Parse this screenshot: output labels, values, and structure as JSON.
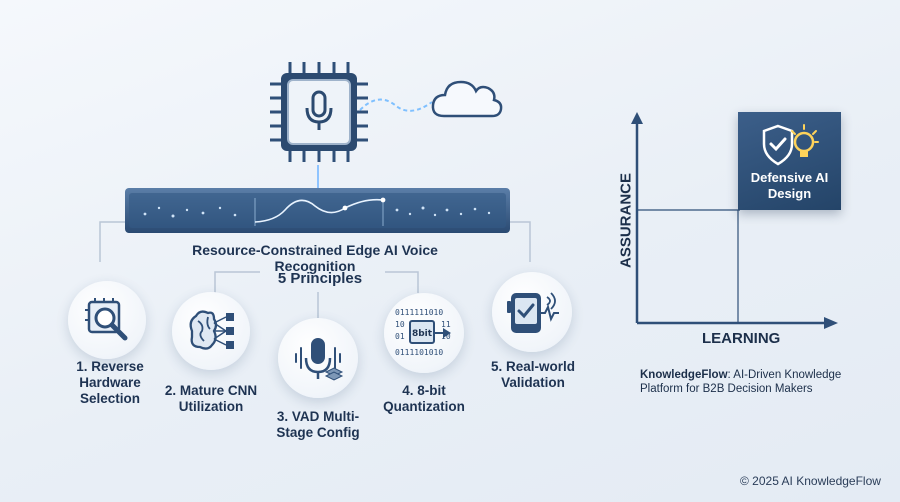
{
  "diagram": {
    "main_title": "Resource-Constrained Edge AI Voice Recognition",
    "subtitle": "5 Principles",
    "principles": [
      {
        "label": "1. Reverse\nHardware\nSelection",
        "icon": "magnifier-chip-icon"
      },
      {
        "label": "2. Mature CNN\nUtilization",
        "icon": "neural-network-icon"
      },
      {
        "label": "3. VAD Multi-\nStage Config",
        "icon": "microphone-waveform-icon"
      },
      {
        "label": "4. 8-bit\nQuantization",
        "icon": "binary-8bit-icon"
      },
      {
        "label": "5. Real-world\nValidation",
        "icon": "device-checkmark-icon"
      }
    ],
    "chip_icon": "microphone-chip-icon",
    "cloud_icon": "cloud-icon",
    "quant_text": {
      "chip": "8bit",
      "lines": [
        "0111111010",
        "10",
        "11",
        "01",
        "10",
        "0111101010"
      ]
    }
  },
  "matrix": {
    "y_label": "ASSURANCE",
    "x_label": "LEARNING",
    "highlight_label": "Defensive AI\nDesign",
    "highlight_icon": "shield-lightbulb-icon"
  },
  "brand": {
    "name": "KnowledgeFlow",
    "tagline": ": AI-Driven Knowledge Platform for B2B Decision Makers"
  },
  "footer": {
    "copyright": "© 2025 AI KnowledgeFlow"
  },
  "colors": {
    "accent": "#2f4f78",
    "dark": "#1e3352",
    "glow": "#4aa3ff"
  }
}
